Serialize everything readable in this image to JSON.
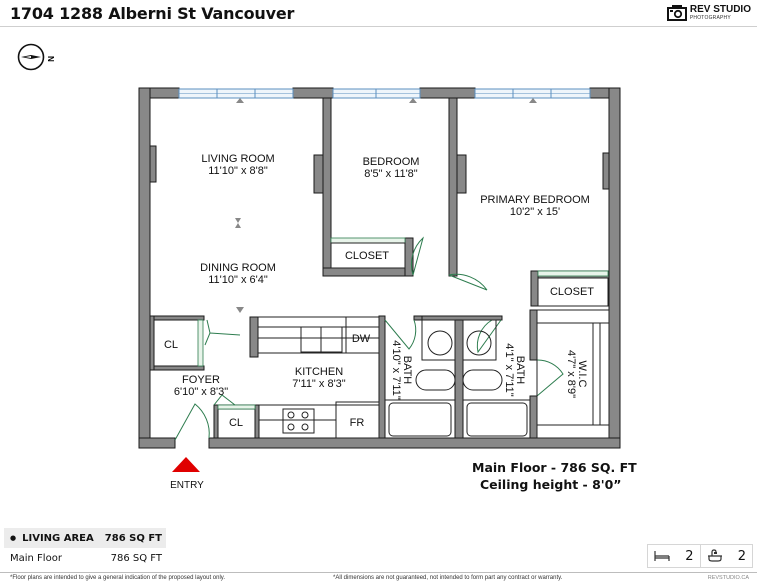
{
  "header": {
    "title": "1704 1288 Alberni St Vancouver",
    "brand_name": "REV STUDIO",
    "brand_sub": "PHOTOGRAPHY"
  },
  "compass": {
    "label": "N",
    "icon": "compass-icon"
  },
  "rooms": [
    {
      "id": "living",
      "label": "LIVING ROOM",
      "dims": "11'10\" x 8'8\""
    },
    {
      "id": "bedroom",
      "label": "BEDROOM",
      "dims": "8'5\" x 11'8\""
    },
    {
      "id": "primary",
      "label": "PRIMARY BEDROOM",
      "dims": "10'2\" x 15'"
    },
    {
      "id": "dining",
      "label": "DINING ROOM",
      "dims": "11'10\" x 6'4\""
    },
    {
      "id": "foyer",
      "label": "FOYER",
      "dims": "6'10\" x 8'3\""
    },
    {
      "id": "kitchen",
      "label": "KITCHEN",
      "dims": "7'11\" x 8'3\""
    },
    {
      "id": "bath1",
      "label": "BATH",
      "dims": "4'10\" x 7'11\""
    },
    {
      "id": "bath2",
      "label": "BATH",
      "dims": "4'1\" x 7'11\""
    },
    {
      "id": "wic",
      "label": "W.I.C",
      "dims": "4'7\" x 8'9\""
    }
  ],
  "fixtures": {
    "closet": "CLOSET",
    "cl": "CL",
    "dw": "DW",
    "fr": "FR",
    "entry": "ENTRY"
  },
  "summary": {
    "floor": "Main Floor - 786 SQ. FT",
    "ceiling": "Ceiling height - 8'0”"
  },
  "area_table": {
    "header_label": "LIVING AREA",
    "header_value": "786 SQ FT",
    "rows": [
      {
        "label": "Main Floor",
        "value": "786 SQ FT"
      }
    ]
  },
  "counts": {
    "beds": "2",
    "baths": "2"
  },
  "footer": {
    "left": "*Floor plans are intended to give a general indication of the proposed layout only.",
    "middle": "*All dimensions are not guaranteed, not intended to form part any contract or warranty.",
    "right": "REVSTUDIO.CA"
  },
  "colors": {
    "wall": "#888888",
    "wall_edge": "#222222",
    "window": "#6fa0c8",
    "door": "#2e7d4f",
    "entry_arrow": "#e00000"
  }
}
